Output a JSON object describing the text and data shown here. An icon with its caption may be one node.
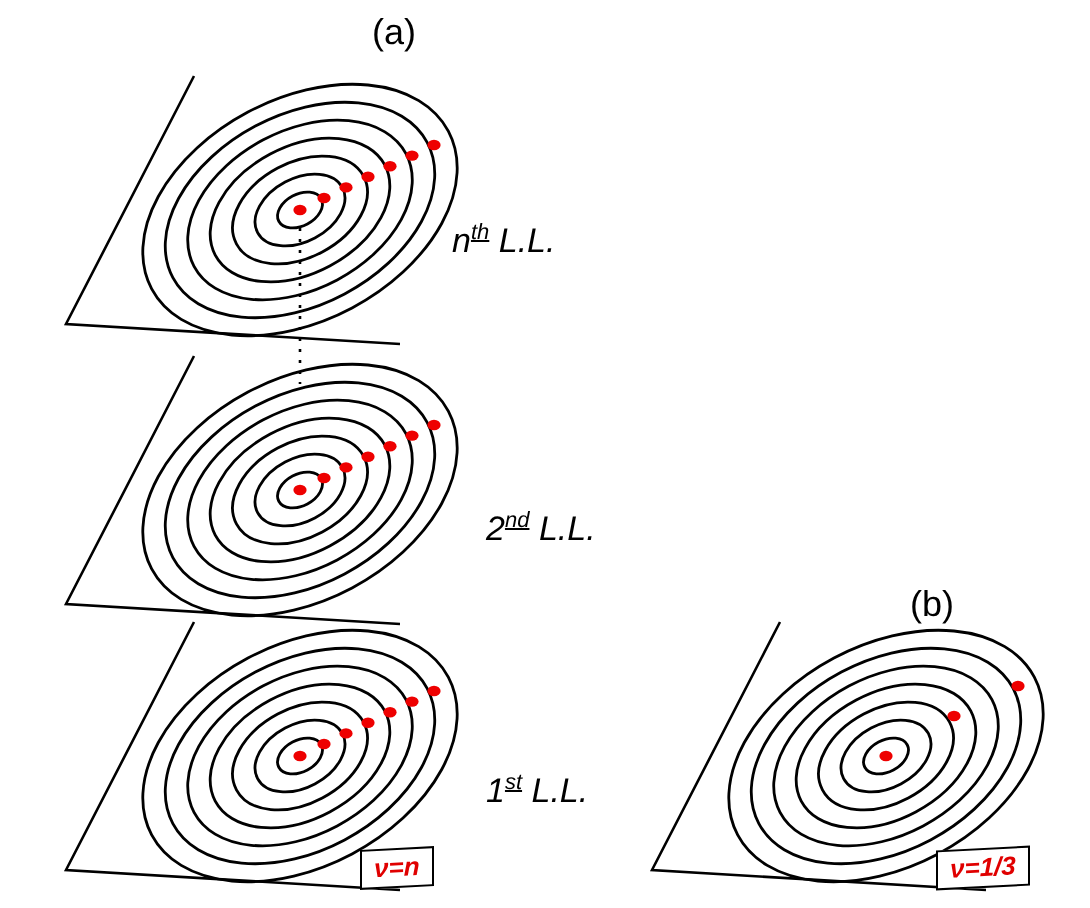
{
  "diagram": {
    "nodes": [
      {
        "text": [
          "ν=n"
        ]
      },
      {
        "text": [
          "ν=1/3"
        ]
      }
    ],
    "labels": [
      "(a)",
      "n$^{th}$ L.L.",
      "2$^{nd}$ L.L.",
      "(b)",
      "1$^{st}$ L.L."
    ]
  }
}
